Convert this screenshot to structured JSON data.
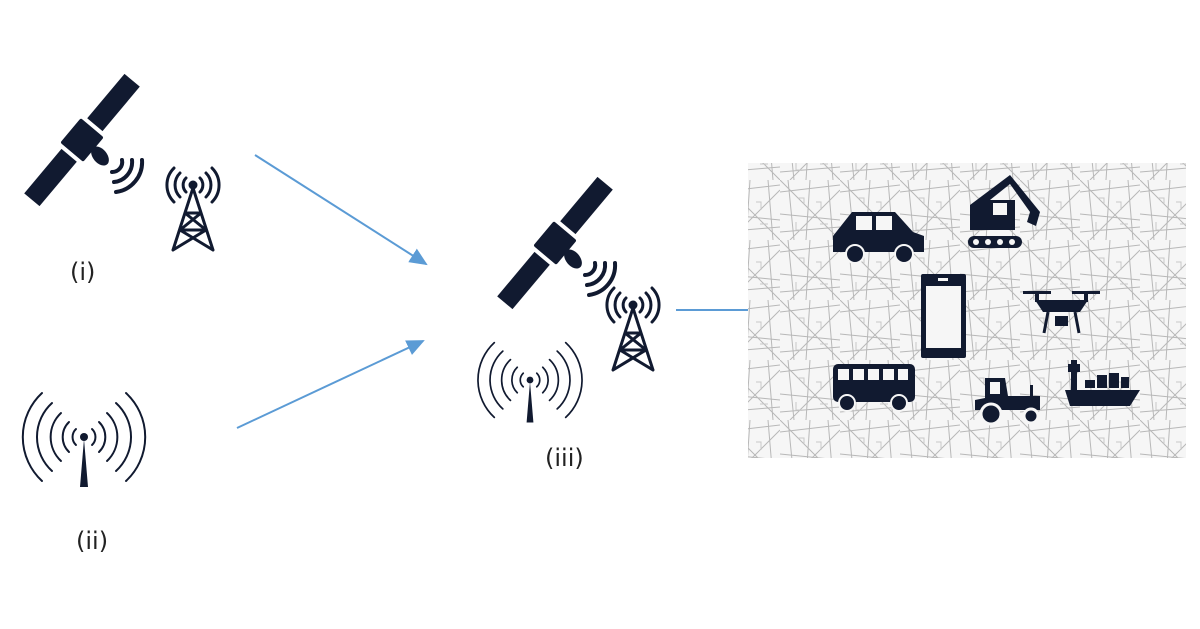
{
  "labels": {
    "i": "(i)",
    "ii": "(ii)",
    "iii": "(iii)"
  },
  "colors": {
    "icon": "#111a30",
    "arrow": "#5b9bd5",
    "map_lines": "#b8b8b8"
  },
  "icons": [
    "satellite-icon",
    "cell-tower-icon",
    "radio-antenna-icon",
    "car-icon",
    "excavator-icon",
    "smartphone-icon",
    "drone-icon",
    "bus-icon",
    "tractor-icon",
    "cargo-ship-icon",
    "city-map"
  ]
}
